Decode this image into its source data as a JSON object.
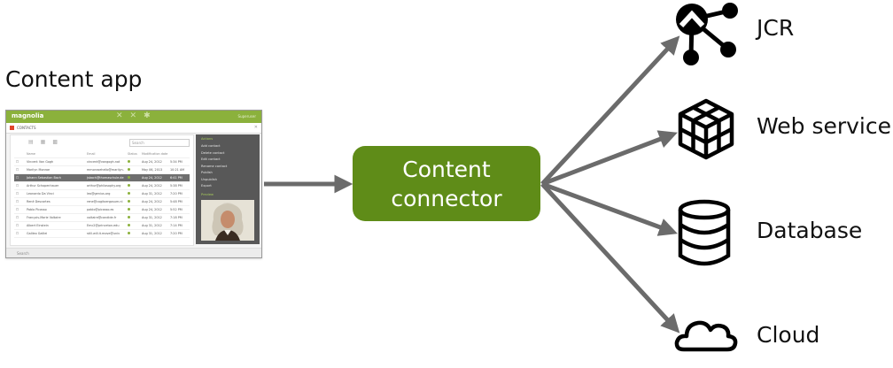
{
  "content_app": {
    "label": "Content app",
    "screenshot": {
      "logo": "magnolia",
      "user": "Superuser",
      "subapp_title": "CONTACTS",
      "search_placeholder": "Search",
      "columns": [
        "Name",
        "Email",
        "Status",
        "Modification date"
      ],
      "rows": [
        {
          "name": "Vincent Van Gogh",
          "email": "vincent@vangogh.nat",
          "date": "Aug 24, 2012",
          "time": "5:34 PM"
        },
        {
          "name": "Marilyn Monroe",
          "email": "mmonroehello@marilyn.c",
          "date": "May 06, 2013",
          "time": "10:21 AM"
        },
        {
          "name": "Johann Sebastian Bach",
          "email": "jsbach@thomaschule.de",
          "date": "Aug 24, 2012",
          "time": "6:41 PM"
        },
        {
          "name": "Arthur Schopenhauer",
          "email": "arthur@philosophy.org",
          "date": "Aug 24, 2012",
          "time": "5:38 PM"
        },
        {
          "name": "Leonardo Da Vinci",
          "email": "leo@genius.org",
          "date": "Aug 31, 2012",
          "time": "7:20 PM"
        },
        {
          "name": "René Descartes",
          "email": "rene@cogitoergosum.nl",
          "date": "Aug 24, 2012",
          "time": "5:48 PM"
        },
        {
          "name": "Pablo Picasso",
          "email": "pablo@picasso.es",
          "date": "Aug 24, 2012",
          "time": "5:52 PM"
        },
        {
          "name": "François-Marie Voltaire",
          "email": "voltaire@candide.fr",
          "date": "Aug 31, 2012",
          "time": "7:18 PM"
        },
        {
          "name": "Albert Einstein",
          "email": "Emc2@princeton.edu",
          "date": "Aug 31, 2012",
          "time": "7:14 PM"
        },
        {
          "name": "Galileo Galilei",
          "email": "still.will.it.move@univ",
          "date": "Aug 31, 2012",
          "time": "7:20 PM"
        }
      ],
      "selected_row": 2,
      "actions_title": "Actions",
      "actions": [
        "Add contact",
        "Delete contact",
        "Edit contact",
        "Rename contact",
        "Publish",
        "Unpublish",
        "Export"
      ],
      "preview_label": "Preview",
      "status_text": "Search"
    }
  },
  "connector": {
    "line1": "Content",
    "line2": "connector"
  },
  "targets": [
    {
      "label": "JCR",
      "icon": "jcr-icon"
    },
    {
      "label": "Web service",
      "icon": "cubes-icon"
    },
    {
      "label": "Database",
      "icon": "database-icon"
    },
    {
      "label": "Cloud",
      "icon": "cloud-icon"
    }
  ],
  "colors": {
    "connector_fill": "#5f8c18",
    "arrow": "#6b6b6b",
    "magnolia_green": "#8bb13c"
  }
}
